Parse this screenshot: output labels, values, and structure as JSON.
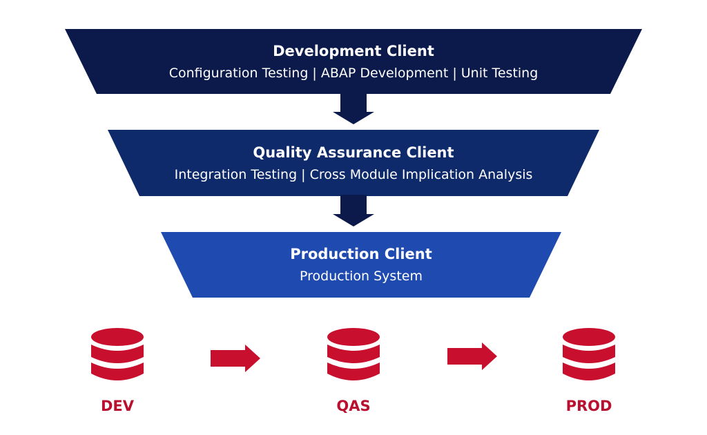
{
  "colors": {
    "tier1": "#0b1a4a",
    "tier2": "#0f2a6b",
    "tier3": "#1f4bb0",
    "arrow_down": "#0b1a4a",
    "accent_red": "#c8102e",
    "text_white": "#ffffff"
  },
  "tiers": [
    {
      "title": "Development Client",
      "subtitle": "Configuration Testing | ABAP Development | Unit Testing"
    },
    {
      "title": "Quality Assurance Client",
      "subtitle": "Integration Testing | Cross Module Implication Analysis"
    },
    {
      "title": "Production Client",
      "subtitle": "Production System"
    }
  ],
  "systems": [
    {
      "label": "DEV",
      "icon": "database-icon"
    },
    {
      "label": "QAS",
      "icon": "database-icon"
    },
    {
      "label": "PROD",
      "icon": "database-icon"
    }
  ],
  "connectors": {
    "vertical_icon": "arrow-down-icon",
    "horizontal_icon": "arrow-right-icon"
  }
}
